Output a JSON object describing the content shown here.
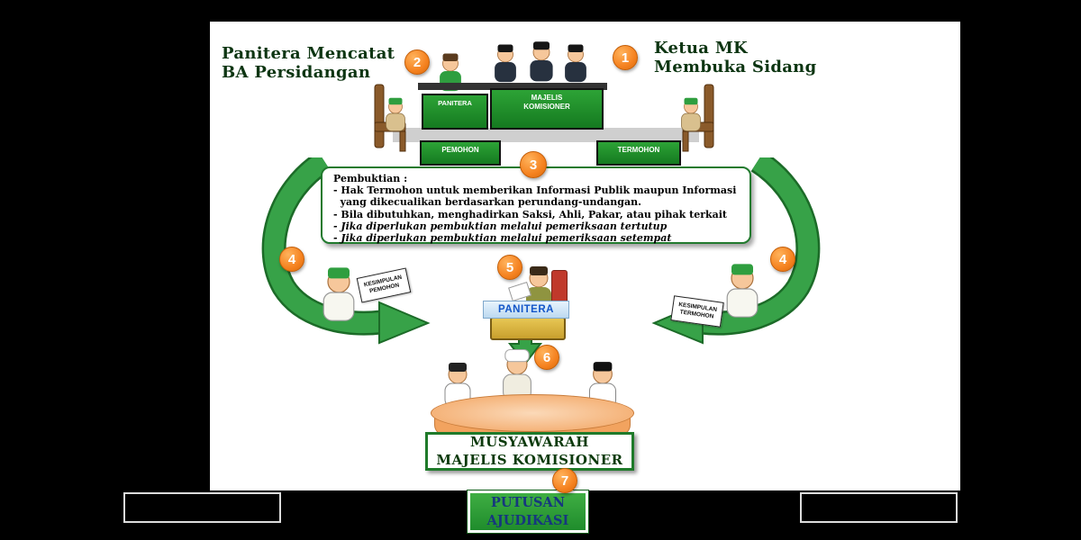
{
  "colors": {
    "background_outer": "#000000",
    "slide_background": "#ffffff",
    "arrow_green": "#37a248",
    "border_green": "#1c6b28",
    "badge_orange": "#f58220",
    "panel_green": "#1e8a28",
    "putusan_bg": "#2f9e32",
    "putusan_text": "#16377e",
    "caption_text": "#0d3512",
    "banner_text": "#1356c8"
  },
  "captions": {
    "panitera_mencatat": "Panitera Mencatat\nBA Persidangan",
    "ketua_mk": "Ketua MK\nMembuka Sidang"
  },
  "badges": {
    "step1": "1",
    "step2": "2",
    "step3": "3",
    "step4": "4",
    "step5": "5",
    "step6": "6",
    "step7": "7"
  },
  "courtroom": {
    "panitera_panel": "PANITERA",
    "majelis_panel": "MAJELIS\nKOMISIONER",
    "pemohon_desk": "PEMOHON",
    "termohon_desk": "TERMOHON"
  },
  "pembuktian": {
    "title": "Pembuktian :",
    "items": [
      "- Hak Termohon untuk memberikan Informasi Publik maupun Informasi\n  yang dikecualikan berdasarkan perundang-undangan.",
      "- Bila dibutuhkan, menghadirkan Saksi, Ahli, Pakar, atau pihak terkait",
      "- Jika diperlukan pembuktian melalui pemeriksaan tertutup",
      "- Jika diperlukan pembuktian melalui pemeriksaan setempat"
    ]
  },
  "signs": {
    "kesimpulan_pemohon": "KESIMPULAN\nPEMOHON",
    "kesimpulan_termohon": "KESIMPULAN\nTERMOHON",
    "panitera_banner": "PANITERA"
  },
  "boxes": {
    "musyawarah": "MUSYAWARAH\nMAJELIS KOMISIONER",
    "putusan": "PUTUSAN\nAJUDIKASI"
  }
}
